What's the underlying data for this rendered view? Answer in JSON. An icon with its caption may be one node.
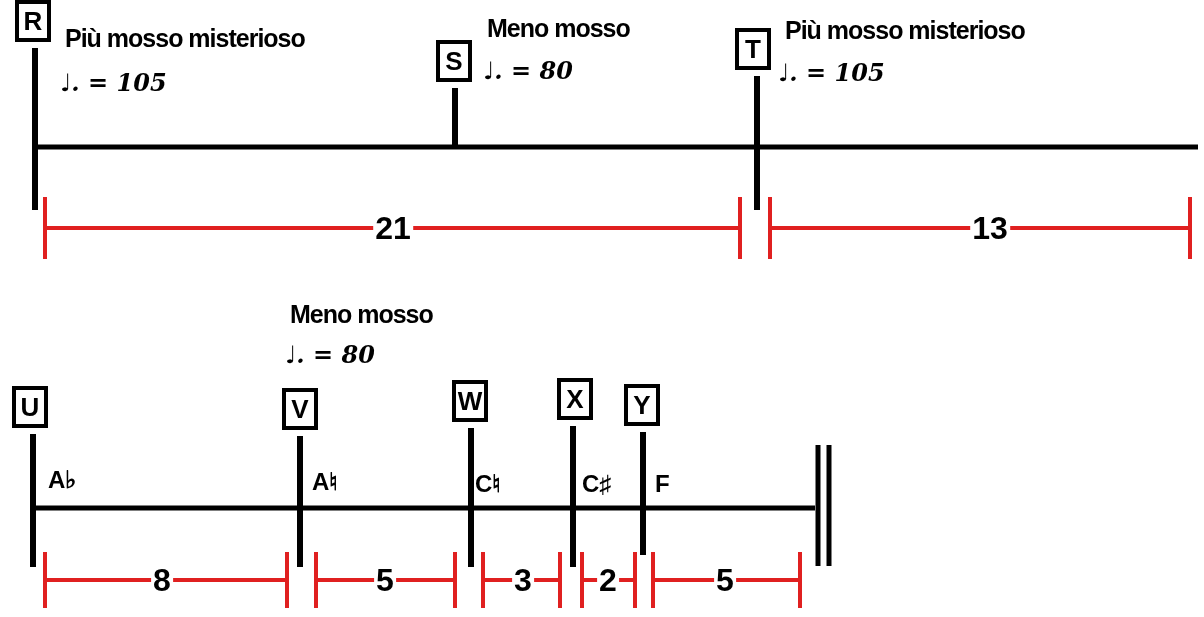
{
  "diagram": {
    "nodes": [
      {
        "text": [
          "R"
        ],
        "beside": [
          "Più mosso misterioso",
          "♩. = 105"
        ]
      },
      {
        "text": [
          "S"
        ],
        "beside": [
          "Meno mosso",
          "♩. = 80"
        ]
      },
      {
        "text": [
          "T"
        ],
        "beside": [
          "Più mosso misterioso",
          "♩. = 105"
        ]
      },
      {
        "text": [
          "U"
        ]
      },
      {
        "text": [
          "V"
        ],
        "beside": [
          "Meno mosso",
          "♩. = 80"
        ]
      },
      {
        "text": [
          "W"
        ]
      },
      {
        "text": [
          "X"
        ]
      },
      {
        "text": [
          "Y"
        ]
      }
    ],
    "edges": [],
    "labels": [
      "21",
      "13",
      "A♭",
      "A♮",
      "C♮",
      "C♯",
      "F",
      "8",
      "5",
      "3",
      "2",
      "5"
    ]
  }
}
